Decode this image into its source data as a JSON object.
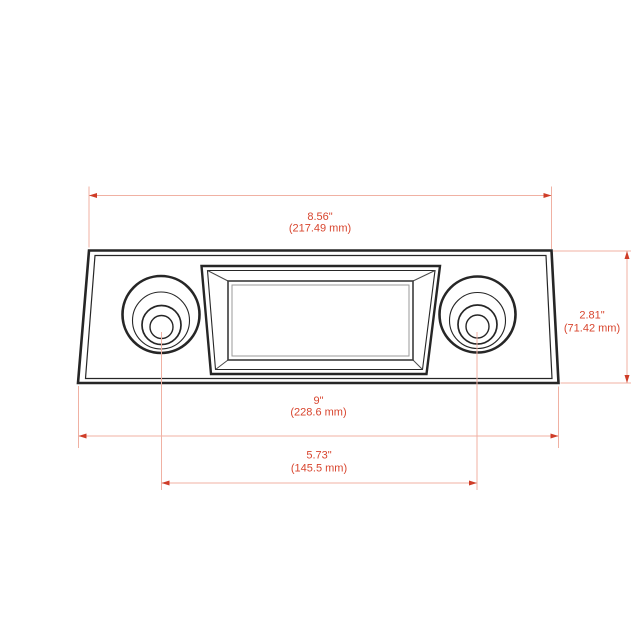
{
  "drawing": {
    "subject": "car-stereo-faceplate-dimension-drawing",
    "dimensions": {
      "top_width": {
        "inches": "8.56\"",
        "mm": "(217.49 mm)"
      },
      "height": {
        "inches": "2.81\"",
        "mm": "(71.42 mm)"
      },
      "bottom_width": {
        "inches": "9\"",
        "mm": "(228.6 mm)"
      },
      "knob_spacing": {
        "inches": "5.73\"",
        "mm": "(145.5 mm)"
      }
    },
    "colors": {
      "drawing_line": "#262626",
      "dimension_line": "#f0b1a3",
      "dimension_accent": "#cf3d28",
      "dimension_text": "#d8452e",
      "background": "#ffffff"
    }
  }
}
